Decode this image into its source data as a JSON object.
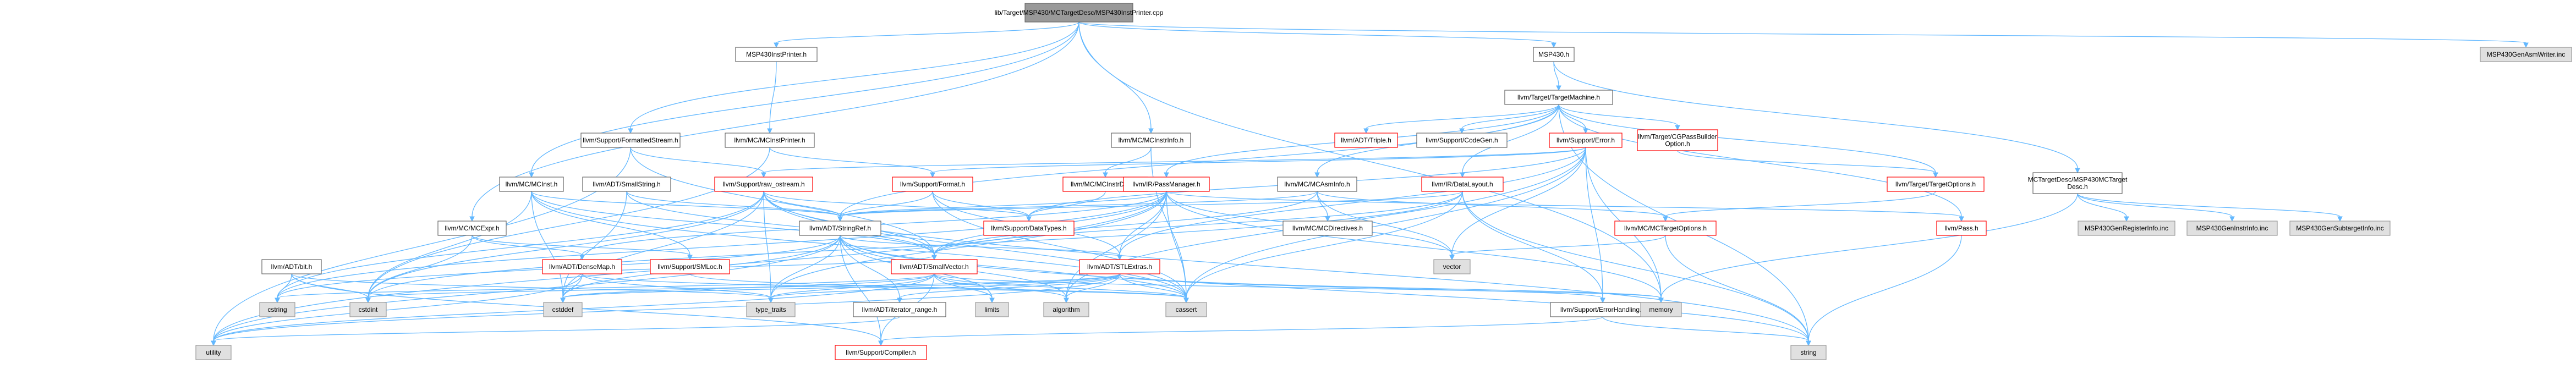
{
  "diagram": {
    "type": "include-dependency-graph",
    "colors": {
      "root_fill": "#999999",
      "root_text": "#000000",
      "node_fill": "#ffffff",
      "node_border": "#666666",
      "missing_border": "#ff0000",
      "system_fill": "#e0e0e0",
      "system_border": "#999999",
      "edge": "#63b8ff"
    },
    "nodes": [
      {
        "id": "root",
        "lines": [
          "lib/Target/MSP430/MCTargetDesc/MSP430InstPrinter.cpp"
        ],
        "kind": "root"
      },
      {
        "id": "instprinter_h",
        "lines": [
          "MSP430InstPrinter.h"
        ],
        "kind": "normal"
      },
      {
        "id": "msp430_h",
        "lines": [
          "MSP430.h"
        ],
        "kind": "normal"
      },
      {
        "id": "asmwriter_inc",
        "lines": [
          "MSP430GenAsmWriter.inc"
        ],
        "kind": "system"
      },
      {
        "id": "formatted_stream",
        "lines": [
          "llvm/Support/FormattedStream.h"
        ],
        "kind": "normal"
      },
      {
        "id": "mc_instprinter",
        "lines": [
          "llvm/MC/MCInstPrinter.h"
        ],
        "kind": "normal"
      },
      {
        "id": "mc_instrinfo",
        "lines": [
          "llvm/MC/MCInstrInfo.h"
        ],
        "kind": "normal"
      },
      {
        "id": "target_machine",
        "lines": [
          "llvm/Target/TargetMachine.h"
        ],
        "kind": "normal"
      },
      {
        "id": "adt_triple",
        "lines": [
          "llvm/ADT/Triple.h"
        ],
        "kind": "missing"
      },
      {
        "id": "codegen",
        "lines": [
          "llvm/Support/CodeGen.h"
        ],
        "kind": "normal"
      },
      {
        "id": "support_error",
        "lines": [
          "llvm/Support/Error.h"
        ],
        "kind": "missing"
      },
      {
        "id": "cgpassbuilder",
        "lines": [
          "llvm/Target/CGPassBuilder",
          "Option.h"
        ],
        "kind": "missing"
      },
      {
        "id": "mc_mcinst",
        "lines": [
          "llvm/MC/MCInst.h"
        ],
        "kind": "normal"
      },
      {
        "id": "adt_smallstring",
        "lines": [
          "llvm/ADT/SmallString.h"
        ],
        "kind": "normal"
      },
      {
        "id": "raw_ostream",
        "lines": [
          "llvm/Support/raw_ostream.h"
        ],
        "kind": "missing"
      },
      {
        "id": "support_format",
        "lines": [
          "llvm/Support/Format.h"
        ],
        "kind": "missing"
      },
      {
        "id": "mc_instrdesc",
        "lines": [
          "llvm/MC/MCInstrDesc.h"
        ],
        "kind": "missing"
      },
      {
        "id": "ir_passmanager",
        "lines": [
          "llvm/IR/PassManager.h"
        ],
        "kind": "missing"
      },
      {
        "id": "mc_asminfo",
        "lines": [
          "llvm/MC/MCAsmInfo.h"
        ],
        "kind": "normal"
      },
      {
        "id": "ir_datalayout",
        "lines": [
          "llvm/IR/DataLayout.h"
        ],
        "kind": "missing"
      },
      {
        "id": "target_options",
        "lines": [
          "llvm/Target/TargetOptions.h"
        ],
        "kind": "missing"
      },
      {
        "id": "mctargetdesc",
        "lines": [
          "MCTargetDesc/MSP430MCTarget",
          "Desc.h"
        ],
        "kind": "normal"
      },
      {
        "id": "mc_mcexpr",
        "lines": [
          "llvm/MC/MCExpr.h"
        ],
        "kind": "normal"
      },
      {
        "id": "adt_stringref",
        "lines": [
          "llvm/ADT/StringRef.h"
        ],
        "kind": "normal"
      },
      {
        "id": "datatypes",
        "lines": [
          "llvm/Support/DataTypes.h"
        ],
        "kind": "missing"
      },
      {
        "id": "mc_directives",
        "lines": [
          "llvm/MC/MCDirectives.h"
        ],
        "kind": "normal"
      },
      {
        "id": "mc_targetoptions",
        "lines": [
          "llvm/MC/MCTargetOptions.h"
        ],
        "kind": "missing"
      },
      {
        "id": "pass_h",
        "lines": [
          "llvm/Pass.h"
        ],
        "kind": "missing"
      },
      {
        "id": "registerinfo_inc",
        "lines": [
          "MSP430GenRegisterInfo.inc"
        ],
        "kind": "system"
      },
      {
        "id": "instrinfo_inc",
        "lines": [
          "MSP430GenInstrInfo.inc"
        ],
        "kind": "system"
      },
      {
        "id": "subtargetinfo_inc",
        "lines": [
          "MSP430GenSubtargetInfo.inc"
        ],
        "kind": "system"
      },
      {
        "id": "adt_bit",
        "lines": [
          "llvm/ADT/bit.h"
        ],
        "kind": "normal"
      },
      {
        "id": "adt_densemap",
        "lines": [
          "llvm/ADT/DenseMap.h"
        ],
        "kind": "missing"
      },
      {
        "id": "support_smloc",
        "lines": [
          "llvm/Support/SMLoc.h"
        ],
        "kind": "missing"
      },
      {
        "id": "adt_smallvector",
        "lines": [
          "llvm/ADT/SmallVector.h"
        ],
        "kind": "missing"
      },
      {
        "id": "adt_stlextras",
        "lines": [
          "llvm/ADT/STLExtras.h"
        ],
        "kind": "missing"
      },
      {
        "id": "vector",
        "lines": [
          "vector"
        ],
        "kind": "system"
      },
      {
        "id": "cstring",
        "lines": [
          "cstring"
        ],
        "kind": "system"
      },
      {
        "id": "cstdint",
        "lines": [
          "cstdint"
        ],
        "kind": "system"
      },
      {
        "id": "cstddef",
        "lines": [
          "cstddef"
        ],
        "kind": "system"
      },
      {
        "id": "type_traits",
        "lines": [
          "type_traits"
        ],
        "kind": "system"
      },
      {
        "id": "limits",
        "lines": [
          "limits"
        ],
        "kind": "system"
      },
      {
        "id": "algorithm",
        "lines": [
          "algorithm"
        ],
        "kind": "system"
      },
      {
        "id": "cassert",
        "lines": [
          "cassert"
        ],
        "kind": "system"
      },
      {
        "id": "iterator_range",
        "lines": [
          "llvm/ADT/iterator_range.h"
        ],
        "kind": "normal"
      },
      {
        "id": "error_handling",
        "lines": [
          "llvm/Support/ErrorHandling.h"
        ],
        "kind": "normal"
      },
      {
        "id": "memory",
        "lines": [
          "memory"
        ],
        "kind": "system"
      },
      {
        "id": "utility",
        "lines": [
          "utility"
        ],
        "kind": "system"
      },
      {
        "id": "compiler",
        "lines": [
          "llvm/Support/Compiler.h"
        ],
        "kind": "missing"
      },
      {
        "id": "string",
        "lines": [
          "string"
        ],
        "kind": "system"
      }
    ],
    "edges": [
      [
        "root",
        "instprinter_h"
      ],
      [
        "root",
        "msp430_h"
      ],
      [
        "root",
        "asmwriter_inc"
      ],
      [
        "root",
        "formatted_stream"
      ],
      [
        "root",
        "mc_instrinfo"
      ],
      [
        "root",
        "mc_mcexpr"
      ],
      [
        "root",
        "mc_mcinst"
      ],
      [
        "root",
        "memory"
      ],
      [
        "instprinter_h",
        "mc_instprinter"
      ],
      [
        "msp430_h",
        "target_machine"
      ],
      [
        "msp430_h",
        "mctargetdesc"
      ],
      [
        "formatted_stream",
        "adt_smallvector"
      ],
      [
        "formatted_stream",
        "raw_ostream"
      ],
      [
        "formatted_stream",
        "utility"
      ],
      [
        "mc_instprinter",
        "support_format"
      ],
      [
        "mc_instprinter",
        "cstdint"
      ],
      [
        "mc_instrinfo",
        "mc_instrdesc"
      ],
      [
        "mc_instrinfo",
        "cassert"
      ],
      [
        "target_machine",
        "adt_triple"
      ],
      [
        "target_machine",
        "codegen"
      ],
      [
        "target_machine",
        "support_error"
      ],
      [
        "target_machine",
        "cgpassbuilder"
      ],
      [
        "target_machine",
        "ir_passmanager"
      ],
      [
        "target_machine",
        "mc_asminfo"
      ],
      [
        "target_machine",
        "ir_datalayout"
      ],
      [
        "target_machine",
        "target_options"
      ],
      [
        "target_machine",
        "pass_h"
      ],
      [
        "target_machine",
        "adt_stringref"
      ],
      [
        "target_machine",
        "string"
      ],
      [
        "support_error",
        "support_format"
      ],
      [
        "support_error",
        "raw_ostream"
      ],
      [
        "support_error",
        "error_handling"
      ],
      [
        "support_error",
        "adt_stlextras"
      ],
      [
        "support_error",
        "datatypes"
      ],
      [
        "support_error",
        "algorithm"
      ],
      [
        "support_error",
        "cassert"
      ],
      [
        "support_error",
        "memory"
      ],
      [
        "support_error",
        "vector"
      ],
      [
        "cgpassbuilder",
        "target_options"
      ],
      [
        "mc_mcinst",
        "adt_smallvector"
      ],
      [
        "mc_mcinst",
        "adt_stringref"
      ],
      [
        "mc_mcinst",
        "support_smloc"
      ],
      [
        "mc_mcinst",
        "cassert"
      ],
      [
        "mc_mcinst",
        "cstddef"
      ],
      [
        "mc_mcinst",
        "cstdint"
      ],
      [
        "adt_smallstring",
        "adt_smallvector"
      ],
      [
        "adt_smallstring",
        "adt_stringref"
      ],
      [
        "adt_smallstring",
        "cstddef"
      ],
      [
        "raw_ostream",
        "adt_smallvector"
      ],
      [
        "raw_ostream",
        "adt_stringref"
      ],
      [
        "raw_ostream",
        "datatypes"
      ],
      [
        "raw_ostream",
        "cassert"
      ],
      [
        "raw_ostream",
        "cstddef"
      ],
      [
        "raw_ostream",
        "cstdint"
      ],
      [
        "raw_ostream",
        "cstring"
      ],
      [
        "raw_ostream",
        "string"
      ],
      [
        "raw_ostream",
        "type_traits"
      ],
      [
        "support_format",
        "adt_stlextras"
      ],
      [
        "support_format",
        "adt_stringref"
      ],
      [
        "support_format",
        "datatypes"
      ],
      [
        "support_format",
        "cassert"
      ],
      [
        "support_format",
        "cstdio"
      ],
      [
        "support_format",
        "tuple"
      ],
      [
        "mc_instrdesc",
        "datatypes"
      ],
      [
        "ir_passmanager",
        "adt_densemap"
      ],
      [
        "ir_passmanager",
        "adt_stlextras"
      ],
      [
        "ir_passmanager",
        "adt_smallvector"
      ],
      [
        "ir_passmanager",
        "adt_stringref"
      ],
      [
        "ir_passmanager",
        "pass_h"
      ],
      [
        "ir_passmanager",
        "algorithm"
      ],
      [
        "ir_passmanager",
        "cassert"
      ],
      [
        "ir_passmanager",
        "cstring"
      ],
      [
        "ir_passmanager",
        "memory"
      ],
      [
        "ir_passmanager",
        "type_traits"
      ],
      [
        "ir_passmanager",
        "utility"
      ],
      [
        "ir_passmanager",
        "vector"
      ],
      [
        "mc_asminfo",
        "adt_smallvector"
      ],
      [
        "mc_asminfo",
        "adt_stringref"
      ],
      [
        "mc_asminfo",
        "mc_directives"
      ],
      [
        "mc_asminfo",
        "mc_targetoptions"
      ],
      [
        "mc_asminfo",
        "vector"
      ],
      [
        "ir_datalayout",
        "adt_smallvector"
      ],
      [
        "ir_datalayout",
        "adt_stringref"
      ],
      [
        "ir_datalayout",
        "error_handling"
      ],
      [
        "ir_datalayout",
        "cassert"
      ],
      [
        "ir_datalayout",
        "cstdint"
      ],
      [
        "ir_datalayout",
        "string"
      ],
      [
        "target_options",
        "mc_targetoptions"
      ],
      [
        "mctargetdesc",
        "registerinfo_inc"
      ],
      [
        "mctargetdesc",
        "instrinfo_inc"
      ],
      [
        "mctargetdesc",
        "subtargetinfo_inc"
      ],
      [
        "mctargetdesc",
        "memory"
      ],
      [
        "mc_mcexpr",
        "adt_densemap"
      ],
      [
        "mc_mcexpr",
        "support_smloc"
      ],
      [
        "mc_mcexpr",
        "cstdint"
      ],
      [
        "adt_stringref",
        "adt_stlextras"
      ],
      [
        "adt_stringref",
        "iterator_range"
      ],
      [
        "adt_stringref",
        "compiler"
      ],
      [
        "adt_stringref",
        "algorithm"
      ],
      [
        "adt_stringref",
        "cassert"
      ],
      [
        "adt_stringref",
        "cstddef"
      ],
      [
        "adt_stringref",
        "cstring"
      ],
      [
        "adt_stringref",
        "limits"
      ],
      [
        "adt_stringref",
        "string"
      ],
      [
        "adt_stringref",
        "type_traits"
      ],
      [
        "adt_stringref",
        "utility"
      ],
      [
        "mc_targetoptions",
        "string"
      ],
      [
        "mc_targetoptions",
        "vector"
      ],
      [
        "pass_h",
        "string"
      ],
      [
        "adt_bit",
        "compiler"
      ],
      [
        "adt_bit",
        "cstdint"
      ],
      [
        "adt_bit",
        "cstring"
      ],
      [
        "adt_bit",
        "type_traits"
      ],
      [
        "adt_densemap",
        "adt_smallvector"
      ],
      [
        "adt_densemap",
        "cassert"
      ],
      [
        "adt_densemap",
        "cstddef"
      ],
      [
        "adt_densemap",
        "type_traits"
      ],
      [
        "adt_densemap",
        "utility"
      ],
      [
        "support_smloc",
        "cassert"
      ],
      [
        "adt_smallvector",
        "compiler"
      ],
      [
        "adt_smallvector",
        "algorithm"
      ],
      [
        "adt_smallvector",
        "cassert"
      ],
      [
        "adt_smallvector",
        "cstddef"
      ],
      [
        "adt_smallvector",
        "cstring"
      ],
      [
        "adt_smallvector",
        "limits"
      ],
      [
        "adt_smallvector",
        "memory"
      ],
      [
        "adt_smallvector",
        "type_traits"
      ],
      [
        "adt_smallvector",
        "utility"
      ],
      [
        "adt_stlextras",
        "iterator_range"
      ],
      [
        "adt_stlextras",
        "error_handling"
      ],
      [
        "adt_stlextras",
        "algorithm"
      ],
      [
        "adt_stlextras",
        "cassert"
      ],
      [
        "adt_stlextras",
        "cstddef"
      ],
      [
        "adt_stlextras",
        "cstdint"
      ],
      [
        "adt_stlextras",
        "memory"
      ],
      [
        "adt_stlextras",
        "type_traits"
      ],
      [
        "adt_stlextras",
        "utility"
      ],
      [
        "iterator_range",
        "utility"
      ],
      [
        "error_handling",
        "compiler"
      ],
      [
        "error_handling",
        "string"
      ]
    ]
  }
}
